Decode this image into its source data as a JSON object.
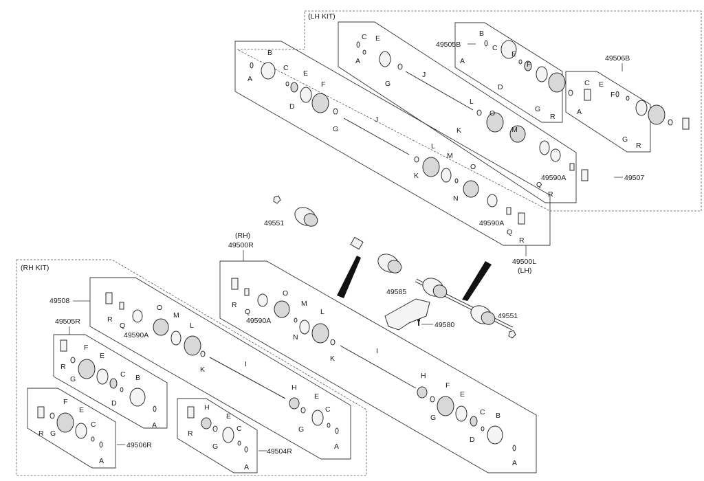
{
  "diagram": {
    "title": "Drive Shaft Assembly Exploded View",
    "kits": {
      "lh_kit": "(LH KIT)",
      "rh_kit": "(RH KIT)"
    },
    "assemblies": {
      "lh_assy": {
        "part_no": "49500L",
        "side": "(LH)"
      },
      "rh_assy": {
        "part_no": "49500R",
        "side": "(RH)"
      },
      "lh_inner_kit": "49505B",
      "lh_boot_kit": "49506B",
      "lh_outer_kit": "49507",
      "rh_outer_kit": "49508",
      "rh_inner_kit": "49505R",
      "rh_boot_kit": "49506R",
      "rh_joint_kit": "49504R"
    },
    "parts": {
      "nut": "49551",
      "bracket": "49585",
      "bolt": "49580",
      "ring": "49590A"
    },
    "letters": {
      "A": "A",
      "B": "B",
      "C": "C",
      "D": "D",
      "E": "E",
      "F": "F",
      "G": "G",
      "H": "H",
      "I": "I",
      "J": "J",
      "K": "K",
      "L": "L",
      "M": "M",
      "N": "N",
      "O": "O",
      "Q": "Q",
      "R": "R"
    }
  }
}
